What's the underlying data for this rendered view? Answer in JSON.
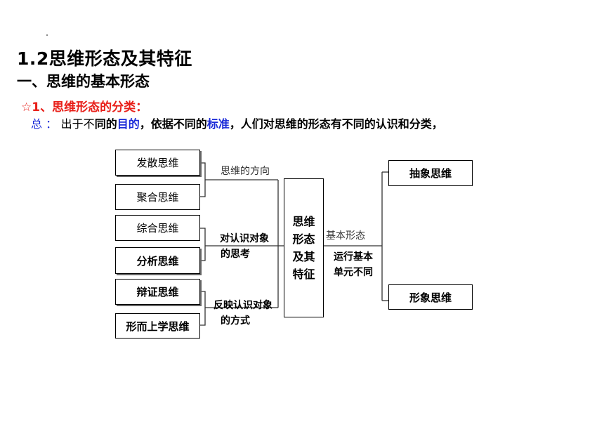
{
  "heading": {
    "title": "1.2思维形态及其特征",
    "subtitle": "一、思维的基本形态"
  },
  "section": {
    "label": "☆1、思维形态的分类："
  },
  "summary": {
    "lead": "总 ：",
    "part1": "出于不",
    "part2": "同的",
    "part3": "目的",
    "part4": "，依据不同的",
    "part5": "标准",
    "part6": "，人们对思维的形态有不同的认识和分类，"
  },
  "diagram": {
    "left_boxes": [
      "发散思维",
      "聚合思维",
      "综合思维",
      "分析思维",
      "辩证思维",
      "形而上学思维"
    ],
    "groups": [
      {
        "lines": [
          "思维的方向"
        ]
      },
      {
        "lines": [
          "对认识对象",
          "的思考"
        ]
      },
      {
        "lines": [
          "反映认识对象",
          "的方式"
        ]
      }
    ],
    "center_box": [
      "思维",
      "形态",
      "及其",
      "特征"
    ],
    "right_label_top": "基本形态",
    "right_label_bottom": [
      "运行基本",
      "单元不同"
    ],
    "right_boxes": [
      "抽象思维",
      "形象思维"
    ]
  }
}
